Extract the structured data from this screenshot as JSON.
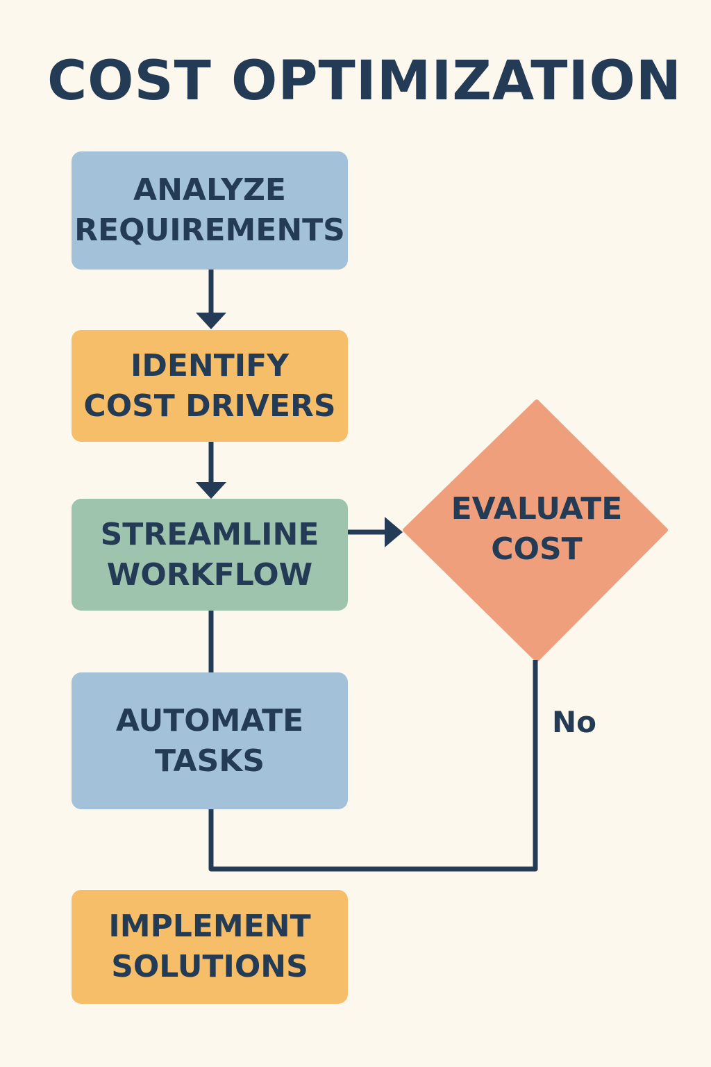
{
  "title": "COST OPTIMIZATION",
  "steps": {
    "analyze": "ANALYZE\nREQUIREMENTS",
    "identify": "IDENTIFY\nCOST DRIVERS",
    "streamline": "STREAMLINE\nWORKFLOW",
    "automate": "AUTOMATE\nTASKS",
    "implement": "IMPLEMENT\nSOLUTIONS"
  },
  "decision": {
    "label": "EVALUATE\nCOST",
    "no_label": "No"
  },
  "colors": {
    "background": "#fcf8ee",
    "text": "#243b55",
    "blue_box": "#a3c1d8",
    "orange_box": "#f6be68",
    "green_box": "#9fc4ae",
    "decision": "#ef9f7c",
    "connector": "#243b55"
  }
}
